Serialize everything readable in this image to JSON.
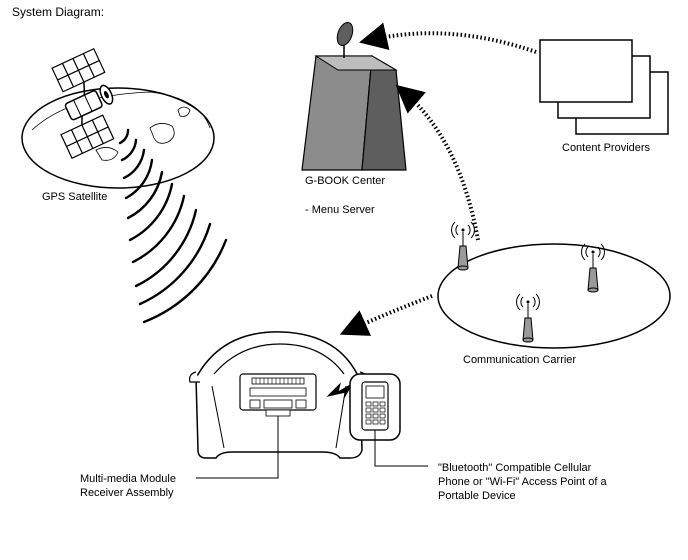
{
  "title": "System Diagram:",
  "labels": {
    "gps_satellite": "GPS Satellite",
    "gbook_center": "G-BOOK Center",
    "menu_server": "- Menu Server",
    "content_providers": "Content Providers",
    "communication_carrier": "Communication Carrier",
    "receiver_line1": "Multi-media Module",
    "receiver_line2": "Receiver Assembly",
    "phone_line1": "\"Bluetooth\" Compatible Cellular",
    "phone_line2": "Phone or \"Wi-Fi\" Access Point of a",
    "phone_line3": "Portable Device"
  },
  "colors": {
    "line": "#000000",
    "building": "#8c8c8c",
    "building_dark": "#5e5e5e",
    "tower": "#9a9a9a",
    "background": "#ffffff"
  }
}
